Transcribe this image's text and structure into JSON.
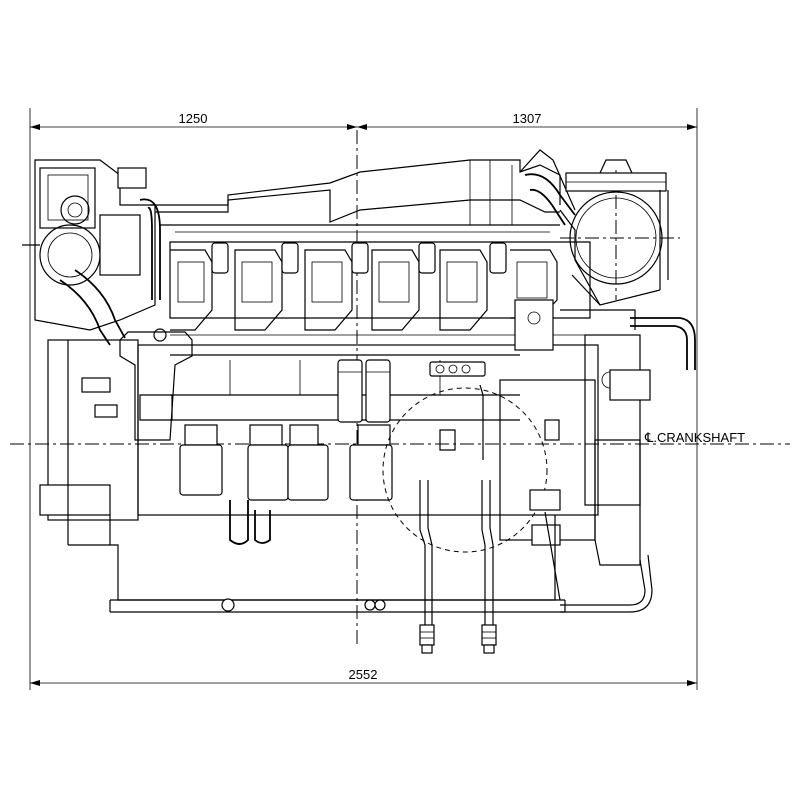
{
  "dimensions": {
    "left_span": "1250",
    "right_span": "1307",
    "overall_length": "2552"
  },
  "labels": {
    "crankshaft": "℄.CRANKSHAFT"
  }
}
